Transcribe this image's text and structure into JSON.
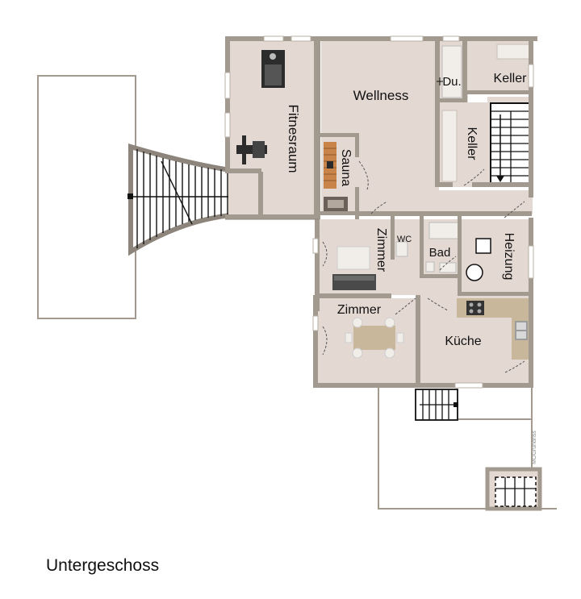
{
  "floor": {
    "label": "Untergeschoss"
  },
  "rooms": {
    "fitnessraum": "Fitnesraum",
    "wellness": "Wellness",
    "sauna": "Sauna",
    "dusche": "Du.",
    "keller_top": "Keller",
    "keller_side": "Keller",
    "zimmer_1": "Zimmer",
    "wc": "WC",
    "bad": "Bad",
    "heizung": "Heizung",
    "zimmer_2": "Zimmer",
    "kueche": "Küche"
  },
  "watermark": "MOGrundriss",
  "colors": {
    "wall": "#a39a8f",
    "floor": "#e4d8d3",
    "furniture": "#f1eeea",
    "sofa": "#4a4a4a",
    "outline": "#a39a8f"
  }
}
